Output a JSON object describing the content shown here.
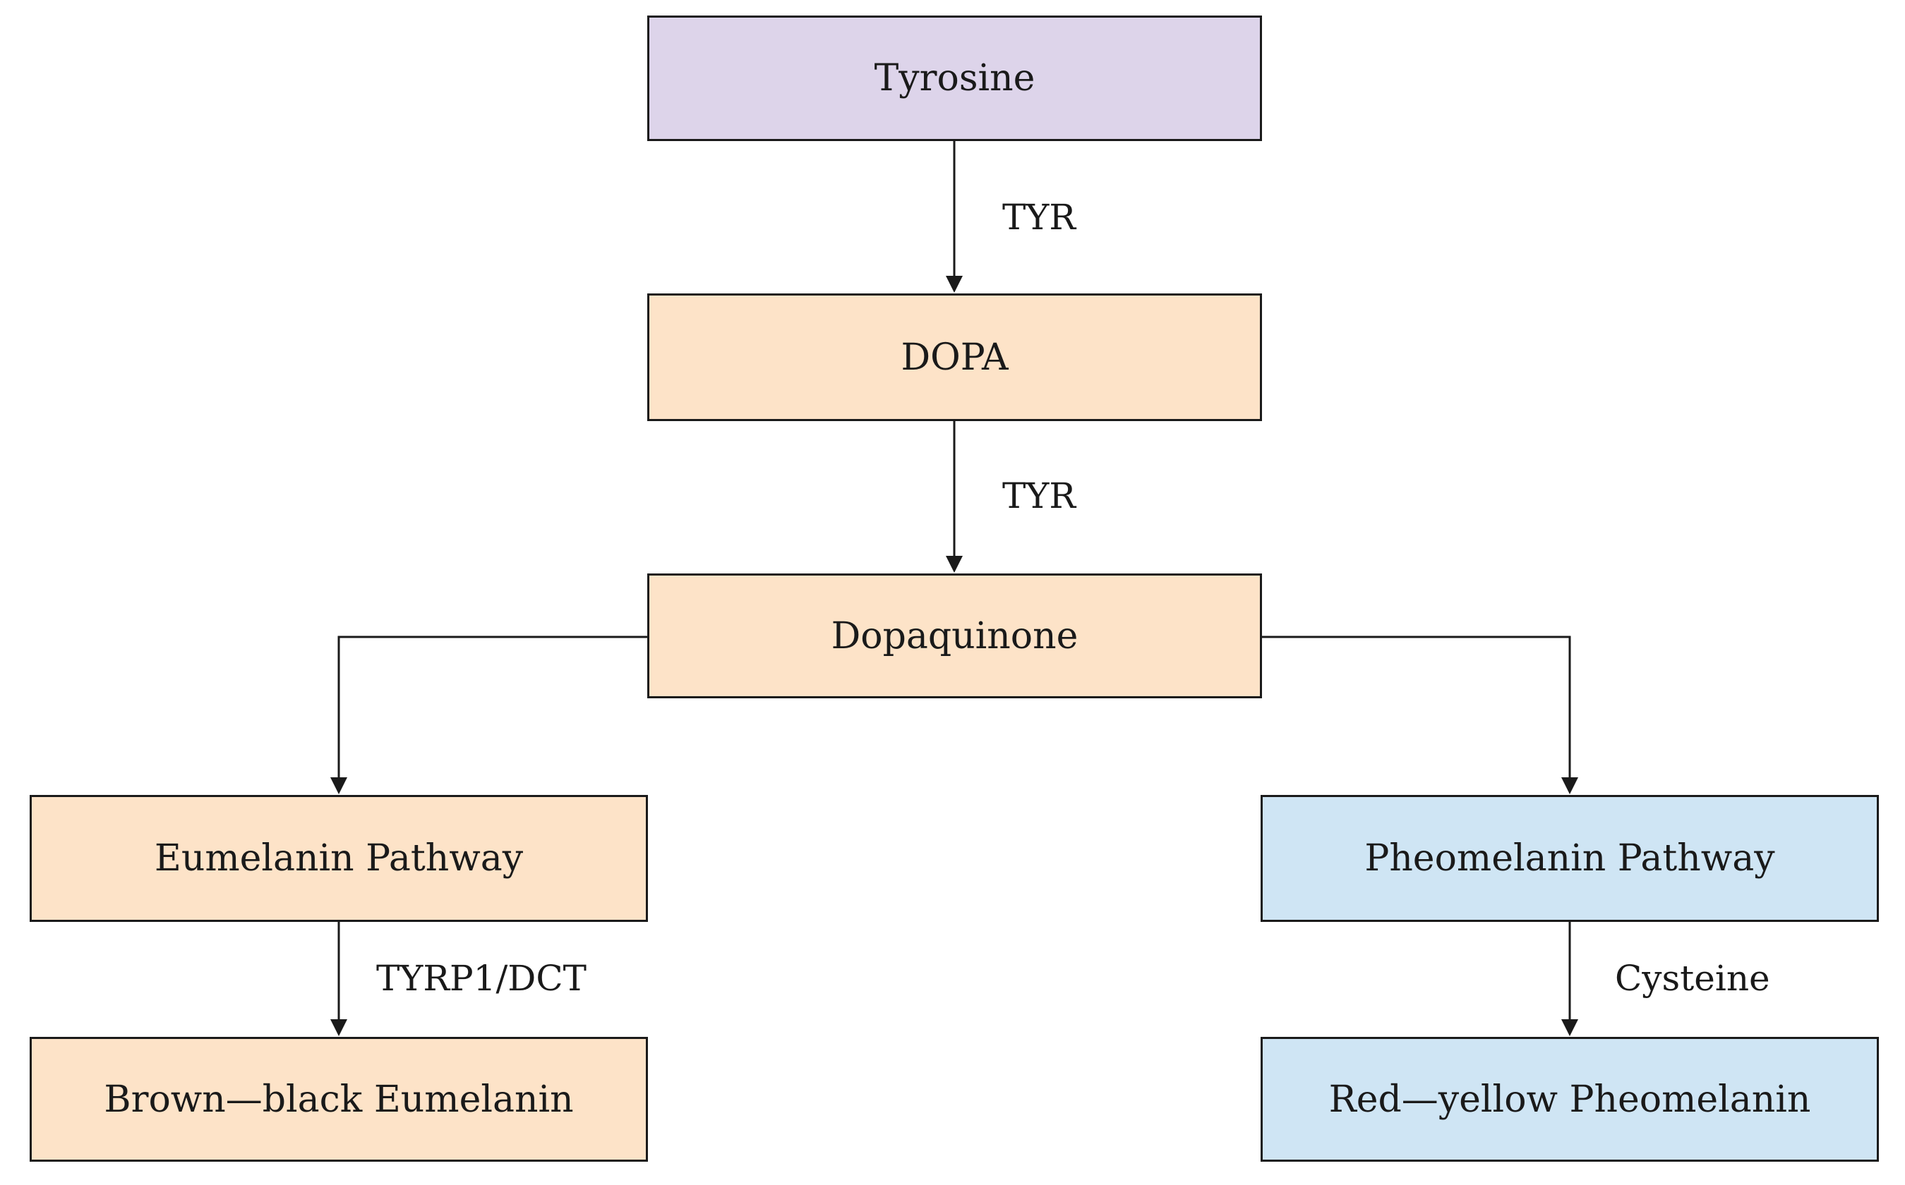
{
  "colors": {
    "substrate_fill": "#ddd4ea",
    "intermediate_fill": "#fde3c8",
    "pheomelanin_fill": "#cfe5f4",
    "line": "#1a1a1a"
  },
  "nodes": {
    "tyrosine": "Tyrosine",
    "dopa": "DOPA",
    "dopaquinone": "Dopaquinone",
    "eumelanin_pathway": "Eumelanin Pathway",
    "pheomelanin_pathway": "Pheomelanin Pathway",
    "brown_black_eumelanin": "Brown—black Eumelanin",
    "red_yellow_pheomelanin": "Red—yellow Pheomelanin"
  },
  "edges": {
    "tyrosine_to_dopa": "TYR",
    "dopa_to_dopaquinone": "TYR",
    "eumelanin_to_product": "TYRP1/DCT",
    "pheomelanin_to_product": "Cysteine"
  }
}
